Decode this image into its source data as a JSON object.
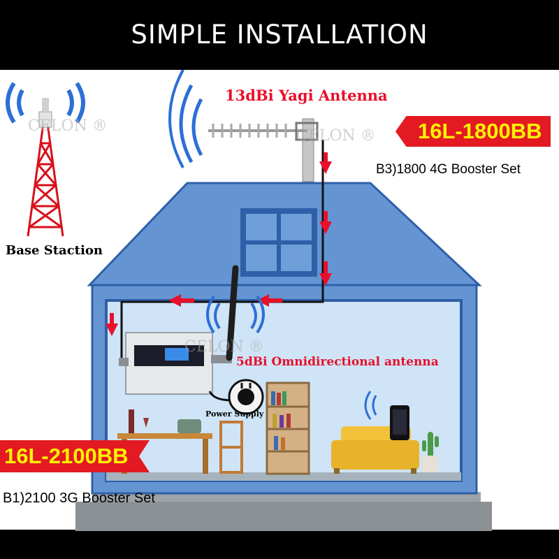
{
  "header": {
    "title": "SIMPLE INSTALLATION"
  },
  "labels": {
    "base_station": "Base Staction",
    "yagi_antenna": "13dBi Yagi Antenna",
    "omni_antenna": "5dBi Omnidirectional antenna",
    "power_supply": "Power Supply"
  },
  "products": {
    "top_model": "16L-1800BB",
    "top_set": "B3)1800 4G Booster Set",
    "bottom_model": "16L-2100BB",
    "bottom_set": "B1)2100  3G Booster Set"
  },
  "watermark": "CELON ®",
  "colors": {
    "badge_red": "#e31a22",
    "badge_text_yellow": "#fff200",
    "house_blue": "#6495d2",
    "interior_blue": "#cfe4f6",
    "signal_red": "#e8102a",
    "wave_blue": "#2c6fd6"
  }
}
